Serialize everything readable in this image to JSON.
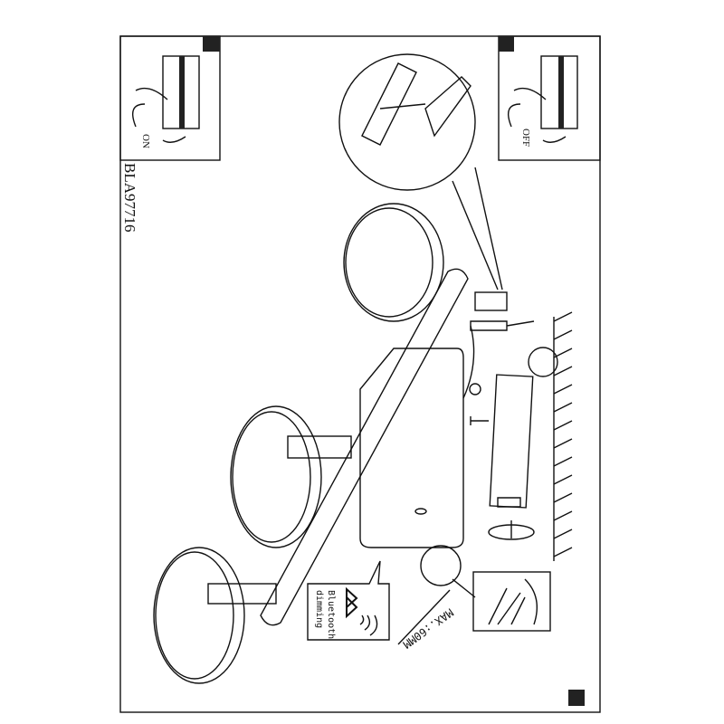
{
  "model_code": "BLA97716",
  "switch_on_label": "ON",
  "switch_off_label": "OFF",
  "bluetooth": {
    "line1": "Bluetooth",
    "line2": "dimming"
  },
  "max_depth_label": "MAX.:60MM",
  "colors": {
    "line": "#111111",
    "background": "#ffffff"
  }
}
